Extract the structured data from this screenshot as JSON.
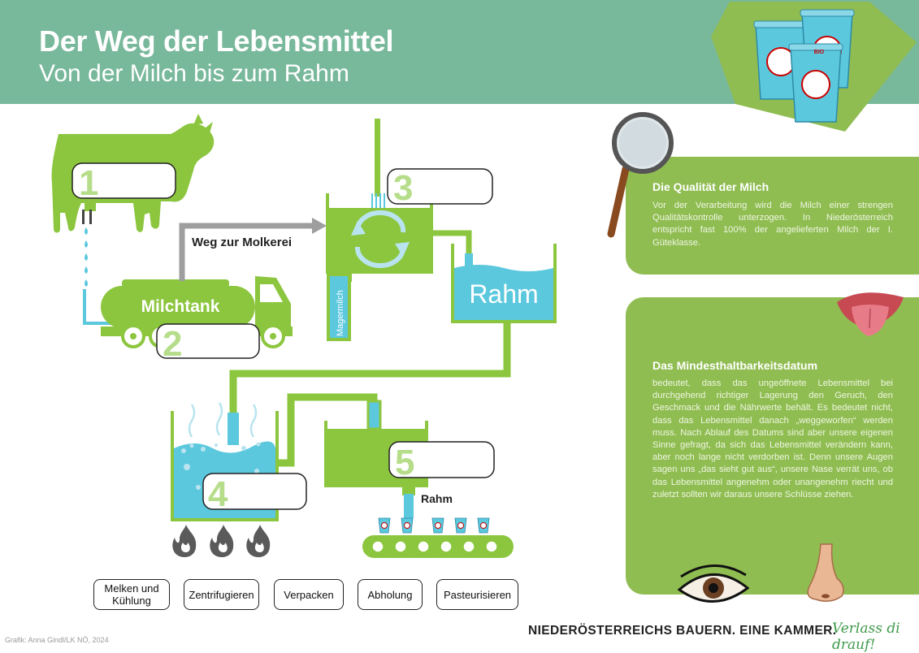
{
  "header": {
    "title": "Der Weg der Lebensmittel",
    "subtitle": "Von der Milch bis zum Rahm"
  },
  "diagram": {
    "labels": {
      "route": "Weg zur Molkerei",
      "tank": "Milchtank",
      "cream_vessel": "Rahm",
      "skim_milk": "Magermilch",
      "cream_output": "Rahm"
    },
    "steps": [
      "1",
      "2",
      "3",
      "4",
      "5"
    ],
    "cup_logos": [
      "BIO"
    ]
  },
  "panels": {
    "quality": {
      "heading": "Die Qualität der Milch",
      "text": "Vor der Verarbeitung wird die Milch einer strengen Qualitätskontrolle unterzogen. In Niederösterreich entspricht fast 100% der angelieferten Milch der I. Güteklasse."
    },
    "best_before": {
      "heading": "Das Mindesthaltbarkeitsdatum",
      "text": "bedeutet, dass das ungeöffnete Lebensmittel bei durchgehend richtiger Lagerung den Geruch, den Geschmack und die Nährwerte behält. Es bedeutet nicht, dass das Lebensmittel danach „weggeworfen“ werden muss. Nach Ablauf des Datums sind aber unsere eigenen Sinne gefragt, da sich das Lebensmittel verändern kann, aber noch lange nicht verdorben ist. Denn unsere Augen sagen uns „das sieht gut aus“, unsere Nase verrät uns, ob das Lebensmittel angenehm oder unangenehm riecht und zuletzt sollten wir daraus unsere Schlüsse ziehen."
    }
  },
  "options": [
    "Melken und Kühlung",
    "Zentrifugieren",
    "Verpacken",
    "Abholung",
    "Pasteurisieren"
  ],
  "footer": {
    "credit": "Grafik: Anna Gindl/LK NÖ, 2024",
    "organization": "NIEDERÖSTERREICHS BAUERN. EINE KAMMER.",
    "slogan": "Verlass di drauf!"
  },
  "colors": {
    "header": "#78b89b",
    "accent_green": "#8cc63f",
    "panel_green": "#90bd52",
    "water_blue": "#5bc8de",
    "light_blue": "#b9e4ef",
    "number_green": "#b6dd8a",
    "arrow_gray": "#9e9e9e",
    "fire_gray": "#5a5a5a"
  }
}
